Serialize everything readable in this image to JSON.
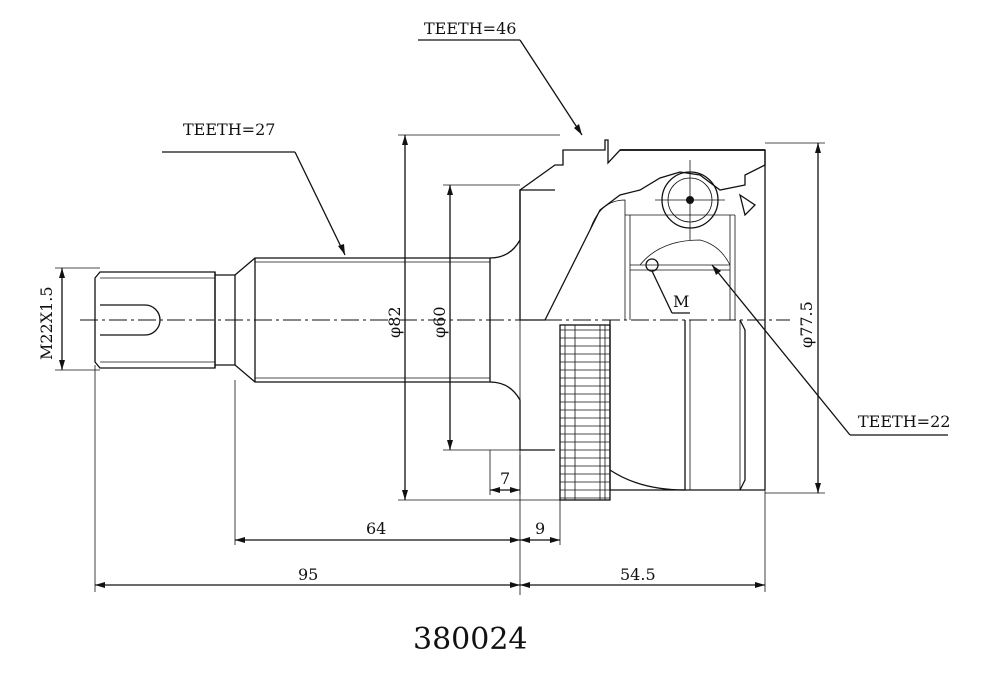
{
  "callouts": {
    "teeth_outer": "TEETH=46",
    "teeth_shaft": "TEETH=27",
    "teeth_inner": "TEETH=22",
    "marker": "M"
  },
  "dimensions": {
    "thread": "M22X1.5",
    "dia_82": "φ82",
    "dia_60": "φ60",
    "dia_77_5": "φ77.5",
    "len_7": "7",
    "len_64": "64",
    "len_9": "9",
    "len_95": "95",
    "len_54_5": "54.5"
  },
  "part_number": "380024"
}
